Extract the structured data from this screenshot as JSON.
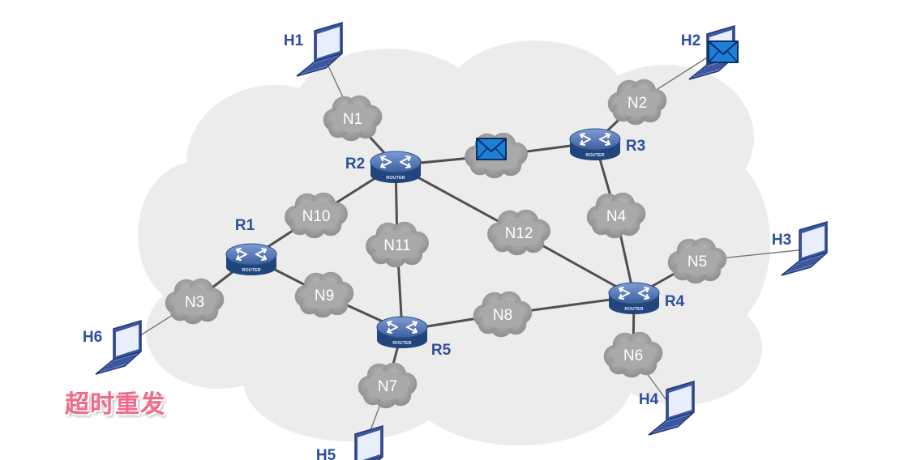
{
  "caption": "超时重发",
  "colors": {
    "background_cloud": "#ececec",
    "subnet": "#a9a9a9",
    "router_body": "#2b4f86",
    "router_top": "#5d7fbf",
    "label_blue": "#2e4f9a",
    "link": "#505050",
    "laptop": "#4a66b0",
    "envelope": "#1e7fd8",
    "caption": "#f06a8a"
  },
  "routers": [
    {
      "id": "R1",
      "label": "R1",
      "badge": "ROUTER"
    },
    {
      "id": "R2",
      "label": "R2",
      "badge": "ROUTER"
    },
    {
      "id": "R3",
      "label": "R3",
      "badge": "ROUTER"
    },
    {
      "id": "R4",
      "label": "R4",
      "badge": "ROUTER"
    },
    {
      "id": "R5",
      "label": "R5",
      "badge": "ROUTER"
    }
  ],
  "networks": [
    {
      "id": "N1",
      "label": "N1"
    },
    {
      "id": "N2",
      "label": "N2"
    },
    {
      "id": "N3",
      "label": "N3"
    },
    {
      "id": "N4",
      "label": "N4"
    },
    {
      "id": "N5",
      "label": "N5"
    },
    {
      "id": "N6",
      "label": "N6"
    },
    {
      "id": "N7",
      "label": "N7"
    },
    {
      "id": "N8",
      "label": "N8"
    },
    {
      "id": "N9",
      "label": "N9"
    },
    {
      "id": "N10",
      "label": "N10"
    },
    {
      "id": "N11",
      "label": "N11"
    },
    {
      "id": "N12",
      "label": "N12"
    },
    {
      "id": "N13",
      "label": ""
    }
  ],
  "hosts": [
    {
      "id": "H1",
      "label": "H1"
    },
    {
      "id": "H2",
      "label": "H2"
    },
    {
      "id": "H3",
      "label": "H3"
    },
    {
      "id": "H4",
      "label": "H4"
    },
    {
      "id": "H5",
      "label": "H5"
    },
    {
      "id": "H6",
      "label": "H6"
    }
  ],
  "links": [
    [
      "H1",
      "N1"
    ],
    [
      "N1",
      "R2"
    ],
    [
      "R2",
      "N13"
    ],
    [
      "N13",
      "R3"
    ],
    [
      "R3",
      "N2"
    ],
    [
      "N2",
      "H2"
    ],
    [
      "R3",
      "N4"
    ],
    [
      "N4",
      "R4"
    ],
    [
      "R4",
      "N5"
    ],
    [
      "N5",
      "H3"
    ],
    [
      "R4",
      "N6"
    ],
    [
      "N6",
      "H4"
    ],
    [
      "R2",
      "N10"
    ],
    [
      "N10",
      "R1"
    ],
    [
      "R1",
      "N3"
    ],
    [
      "N3",
      "H6"
    ],
    [
      "R1",
      "N9"
    ],
    [
      "N9",
      "R5"
    ],
    [
      "R2",
      "N11"
    ],
    [
      "N11",
      "R5"
    ],
    [
      "R2",
      "N12"
    ],
    [
      "N12",
      "R4"
    ],
    [
      "R5",
      "N8"
    ],
    [
      "N8",
      "R4"
    ],
    [
      "R5",
      "N7"
    ],
    [
      "N7",
      "H5"
    ]
  ],
  "envelopes": [
    {
      "id": "packet-in-transit",
      "at": "N13"
    },
    {
      "id": "packet-at-h2",
      "at": "H2"
    }
  ]
}
